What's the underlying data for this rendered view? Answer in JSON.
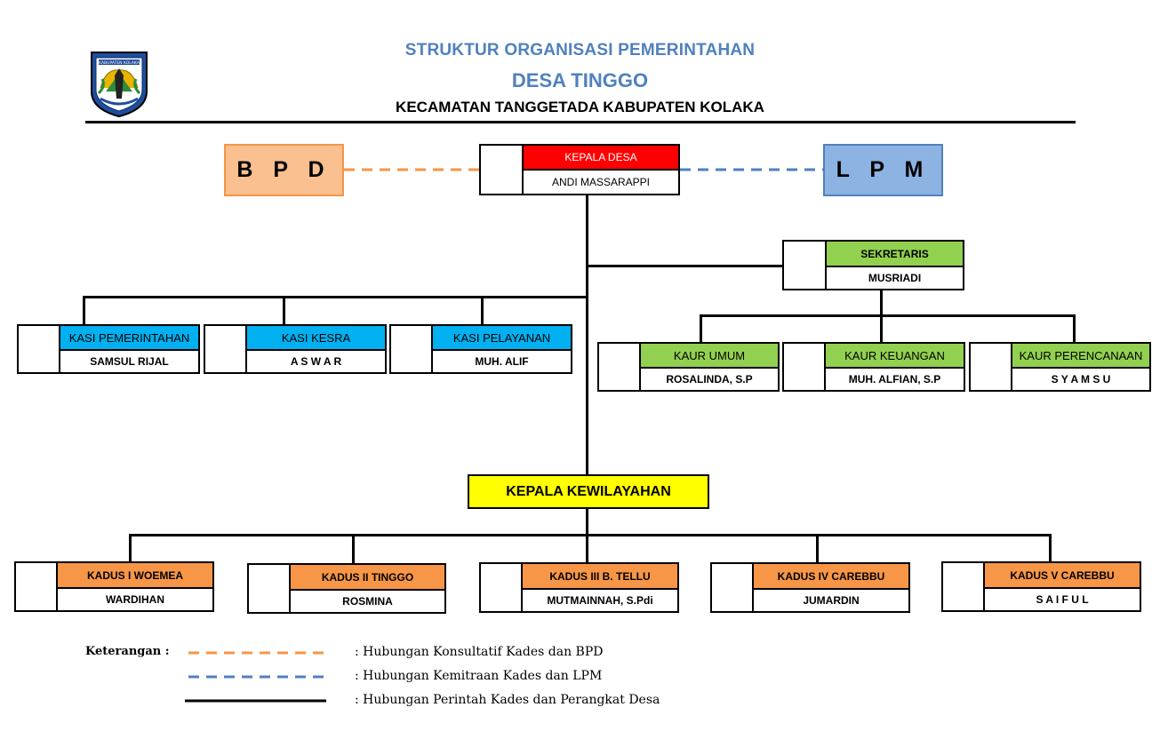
{
  "header": {
    "title_line1": "STRUKTUR ORGANISASI PEMERINTAHAN",
    "title_line2": "DESA TINGGO",
    "title_line3": "KECAMATAN TANGGETADA KABUPATEN KOLAKA",
    "logo_text": "KABUPATEN KOLAKA"
  },
  "colors": {
    "red": "#ff0000",
    "green": "#92d050",
    "blue": "#00b0f0",
    "orange": "#f79646",
    "yellow": "#ffff00",
    "bpd_fill": "#fac090",
    "lpm_fill": "#8db3e2"
  },
  "partners": {
    "bpd": "B P D",
    "lpm": "L P M"
  },
  "kepala_desa": {
    "role": "KEPALA DESA",
    "name": "ANDI MASSARAPPI"
  },
  "sekretaris": {
    "role": "SEKRETARIS",
    "name": "MUSRIADI"
  },
  "kasi": [
    {
      "role": "KASI PEMERINTAHAN",
      "name": "SAMSUL RIJAL"
    },
    {
      "role": "KASI KESRA",
      "name": "A S W A R"
    },
    {
      "role": "KASI PELAYANAN",
      "name": "MUH. ALIF"
    }
  ],
  "kaur": [
    {
      "role": "KAUR UMUM",
      "name": "ROSALINDA,  S.P"
    },
    {
      "role": "KAUR KEUANGAN",
      "name": "MUH. ALFIAN, S.P"
    },
    {
      "role": "KAUR PERENCANAAN",
      "name": "S Y A M S U"
    }
  ],
  "kepala_kewilayahan": "KEPALA KEWILAYAHAN",
  "kadus": [
    {
      "role": "KADUS I WOEMEA",
      "name": "WARDIHAN"
    },
    {
      "role": "KADUS II TINGGO",
      "name": "ROSMINA"
    },
    {
      "role": "KADUS III B. TELLU",
      "name": "MUTMAINNAH, S.Pdi"
    },
    {
      "role": "KADUS IV CAREBBU",
      "name": "JUMARDIN"
    },
    {
      "role": "KADUS V CAREBBU",
      "name": "S A I F U L"
    }
  ],
  "legend": {
    "title": "Keterangan :",
    "items": [
      {
        "label": ": Hubungan Konsultatif Kades dan BPD",
        "style": "dashed-orange"
      },
      {
        "label": ": Hubungan Kemitraan Kades dan LPM",
        "style": "dashed-blue"
      },
      {
        "label": ": Hubungan Perintah Kades dan Perangkat Desa",
        "style": "solid-black"
      }
    ]
  }
}
